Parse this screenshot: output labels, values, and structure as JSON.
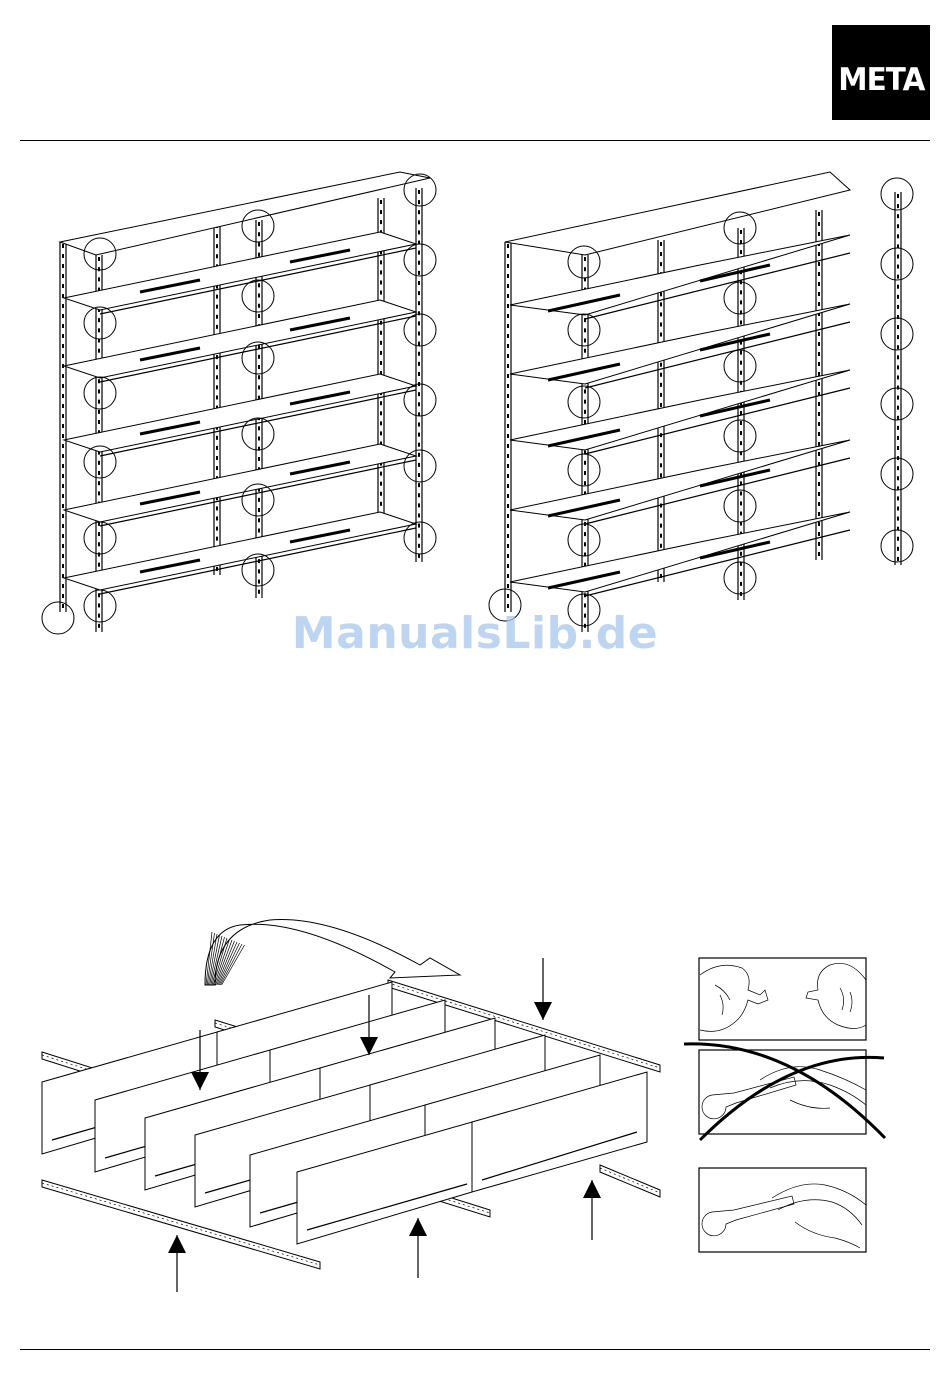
{
  "header": {
    "logo_text": "META"
  },
  "watermark": {
    "text": "ManualsLib.de"
  },
  "figures": {
    "rack_1_icon": "shelf-rack-single-section",
    "rack_2_icon": "shelf-rack-double-depth",
    "exploded_icon": "shelf-exploded-view",
    "hand_fingers_icon": "hand-tighten-bolt-icon",
    "wrong_wrench_icon": "crossed-out-wrench-icon",
    "right_wrench_icon": "wrench-tighten-icon"
  },
  "colors": {
    "logo_background": "#000000",
    "logo_text": "#ffffff",
    "watermark": "#a9c8ee"
  }
}
